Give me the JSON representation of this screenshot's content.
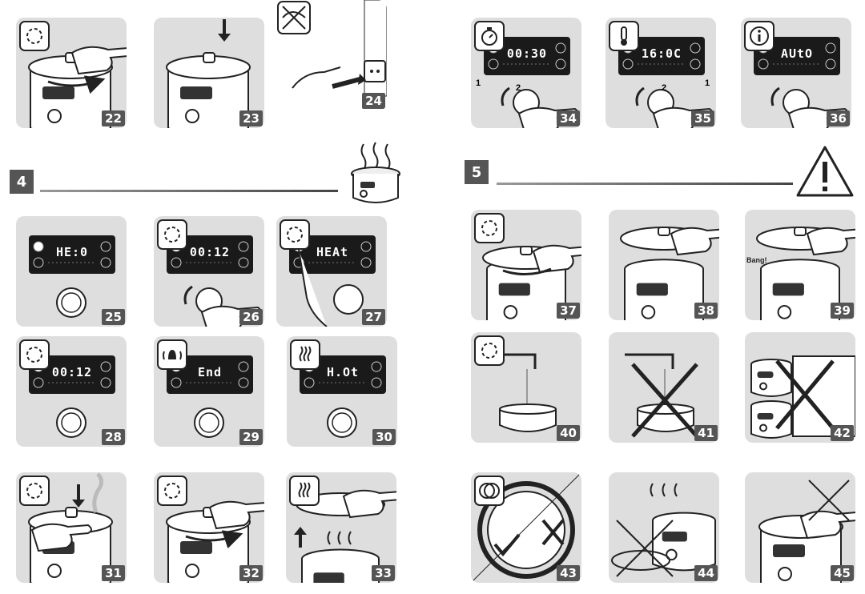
{
  "sections": [
    {
      "number": "4"
    },
    {
      "number": "5"
    }
  ],
  "panels": [
    {
      "num": "22"
    },
    {
      "num": "23"
    },
    {
      "num": "24"
    },
    {
      "num": "34",
      "display": "00:30"
    },
    {
      "num": "35",
      "display": "16:0C"
    },
    {
      "num": "36",
      "display": "AUtO"
    },
    {
      "num": "25",
      "display": "HE:0"
    },
    {
      "num": "26",
      "display": "00:12"
    },
    {
      "num": "27",
      "display": "HEAt"
    },
    {
      "num": "37"
    },
    {
      "num": "38"
    },
    {
      "num": "39"
    },
    {
      "num": "28",
      "display": "00:12"
    },
    {
      "num": "29",
      "display": "End"
    },
    {
      "num": "30",
      "display": "H.Ot"
    },
    {
      "num": "40"
    },
    {
      "num": "41"
    },
    {
      "num": "42"
    },
    {
      "num": "31"
    },
    {
      "num": "32"
    },
    {
      "num": "33"
    },
    {
      "num": "43"
    },
    {
      "num": "44"
    },
    {
      "num": "45"
    }
  ],
  "callouts": {
    "step_one": "1",
    "step_two": "2",
    "bang": "Bang!"
  },
  "icons": {
    "timer": "stopwatch-icon",
    "temperature": "thermometer-icon",
    "info": "info-icon",
    "warning": "warning-triangle-icon"
  },
  "colors": {
    "panel_bg": "#dedede",
    "number_box": "#555555",
    "line": "#222222"
  }
}
